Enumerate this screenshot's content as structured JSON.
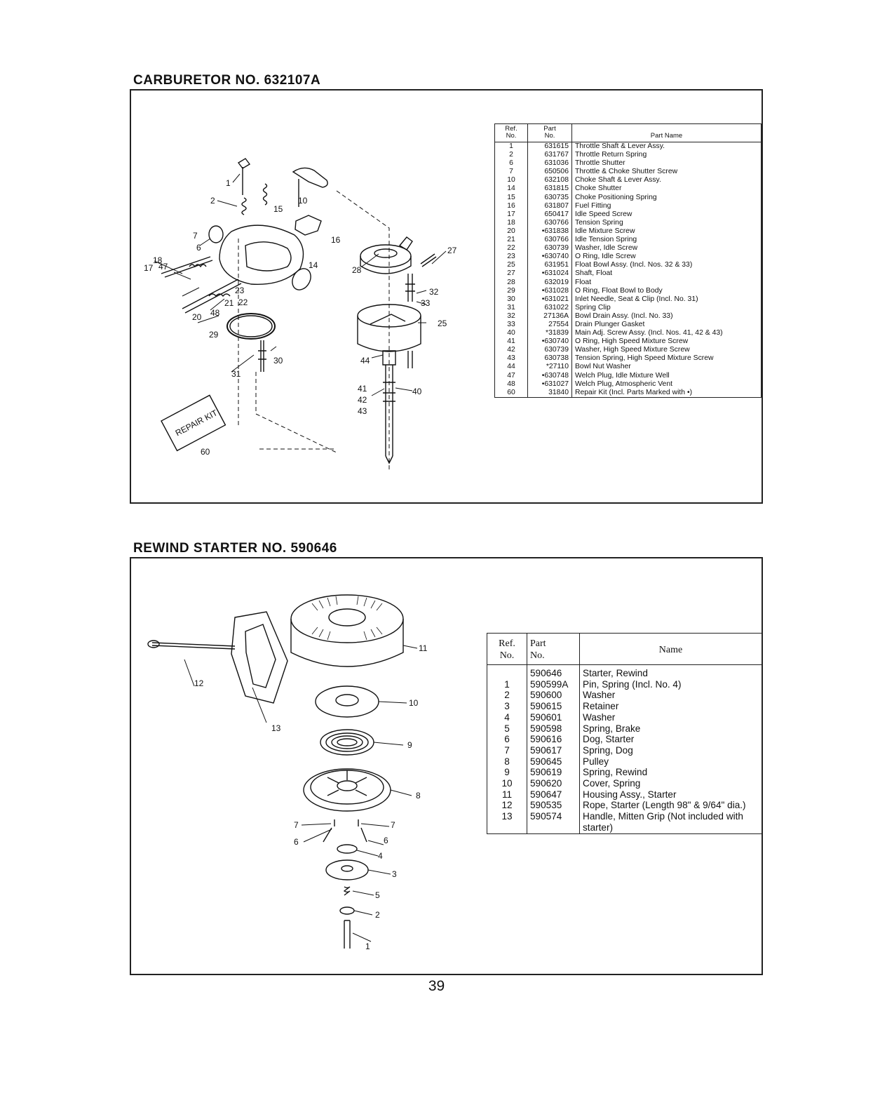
{
  "carburetor": {
    "title": "CARBURETOR NO. 632107A",
    "headers": {
      "ref": "Ref.\nNo.",
      "part": "Part\nNo.",
      "name": "Part Name"
    },
    "callouts": [
      "1",
      "2",
      "6",
      "7",
      "10",
      "14",
      "15",
      "16",
      "17",
      "18",
      "20",
      "21",
      "22",
      "23",
      "25",
      "27",
      "28",
      "29",
      "30",
      "31",
      "32",
      "33",
      "40",
      "41",
      "42",
      "43",
      "44",
      "47",
      "48",
      "60"
    ],
    "repair_kit_label": "REPAIR KIT",
    "rows": [
      {
        "ref": "1",
        "part": "631615",
        "name": "Throttle Shaft & Lever Assy."
      },
      {
        "ref": "2",
        "part": "631767",
        "name": "Throttle Return Spring"
      },
      {
        "ref": "6",
        "part": "631036",
        "name": "Throttle Shutter"
      },
      {
        "ref": "7",
        "part": "650506",
        "name": "Throttle & Choke Shutter Screw"
      },
      {
        "ref": "10",
        "part": "632108",
        "name": "Choke Shaft & Lever Assy."
      },
      {
        "ref": "14",
        "part": "631815",
        "name": "Choke Shutter"
      },
      {
        "ref": "15",
        "part": "630735",
        "name": "Choke Positioning Spring"
      },
      {
        "ref": "16",
        "part": "631807",
        "name": "Fuel Fitting"
      },
      {
        "ref": "17",
        "part": "650417",
        "name": "Idle Speed Screw"
      },
      {
        "ref": "18",
        "part": "630766",
        "name": "Tension Spring"
      },
      {
        "ref": "20",
        "part": "•631838",
        "name": "Idle Mixture Screw"
      },
      {
        "ref": "21",
        "part": "630766",
        "name": "Idle Tension Spring"
      },
      {
        "ref": "22",
        "part": "630739",
        "name": "Washer, Idle Screw"
      },
      {
        "ref": "23",
        "part": "•630740",
        "name": "O Ring, Idle Screw"
      },
      {
        "ref": "25",
        "part": "631951",
        "name": "Float Bowl Assy. (Incl. Nos. 32 & 33)"
      },
      {
        "ref": "27",
        "part": "•631024",
        "name": "Shaft, Float"
      },
      {
        "ref": "28",
        "part": "632019",
        "name": "Float"
      },
      {
        "ref": "29",
        "part": "•631028",
        "name": "O Ring, Float Bowl to Body"
      },
      {
        "ref": "30",
        "part": "•631021",
        "name": "Inlet Needle, Seat & Clip (Incl. No. 31)"
      },
      {
        "ref": "31",
        "part": "631022",
        "name": "Spring Clip"
      },
      {
        "ref": "32",
        "part": "27136A",
        "name": "Bowl Drain Assy. (Incl. No. 33)"
      },
      {
        "ref": "33",
        "part": "27554",
        "name": "Drain Plunger Gasket"
      },
      {
        "ref": "40",
        "part": "*31839",
        "name": "Main Adj. Screw Assy. (Incl. Nos. 41, 42 & 43)"
      },
      {
        "ref": "41",
        "part": "•630740",
        "name": "O Ring, High Speed Mixture Screw"
      },
      {
        "ref": "42",
        "part": "630739",
        "name": "Washer, High Speed Mixture Screw"
      },
      {
        "ref": "43",
        "part": "630738",
        "name": "Tension Spring, High Speed Mixture Screw"
      },
      {
        "ref": "44",
        "part": "*27110",
        "name": "Bowl Nut Washer"
      },
      {
        "ref": "47",
        "part": "•630748",
        "name": "Welch Plug, Idle Mixture Well"
      },
      {
        "ref": "48",
        "part": "•631027",
        "name": "Welch Plug, Atmospheric Vent"
      },
      {
        "ref": "60",
        "part": "31840",
        "name": "Repair Kit (Incl. Parts Marked with •)"
      }
    ]
  },
  "starter": {
    "title": "REWIND STARTER NO. 590646",
    "headers": {
      "ref": "Ref.\nNo.",
      "part": "Part\nNo.",
      "name": "Name"
    },
    "callouts": [
      "1",
      "2",
      "3",
      "4",
      "5",
      "6",
      "6",
      "7",
      "7",
      "8",
      "9",
      "10",
      "11",
      "12",
      "13"
    ],
    "rows": [
      {
        "ref": "",
        "part": "590646",
        "name": "Starter, Rewind"
      },
      {
        "ref": "1",
        "part": "590599A",
        "name": "Pin, Spring (Incl. No. 4)"
      },
      {
        "ref": "2",
        "part": "590600",
        "name": "Washer"
      },
      {
        "ref": "3",
        "part": "590615",
        "name": "Retainer"
      },
      {
        "ref": "4",
        "part": "590601",
        "name": "Washer"
      },
      {
        "ref": "5",
        "part": "590598",
        "name": "Spring, Brake"
      },
      {
        "ref": "6",
        "part": "590616",
        "name": "Dog, Starter"
      },
      {
        "ref": "7",
        "part": "590617",
        "name": "Spring, Dog"
      },
      {
        "ref": "8",
        "part": "590645",
        "name": "Pulley"
      },
      {
        "ref": "9",
        "part": "590619",
        "name": "Spring, Rewind"
      },
      {
        "ref": "10",
        "part": "590620",
        "name": "Cover, Spring"
      },
      {
        "ref": "11",
        "part": "590647",
        "name": "Housing Assy., Starter"
      },
      {
        "ref": "12",
        "part": "590535",
        "name": "Rope, Starter (Length 98\" & 9/64\" dia.)"
      },
      {
        "ref": "13",
        "part": "590574",
        "name": "Handle, Mitten Grip (Not included with starter)"
      }
    ]
  },
  "page_number": "39"
}
